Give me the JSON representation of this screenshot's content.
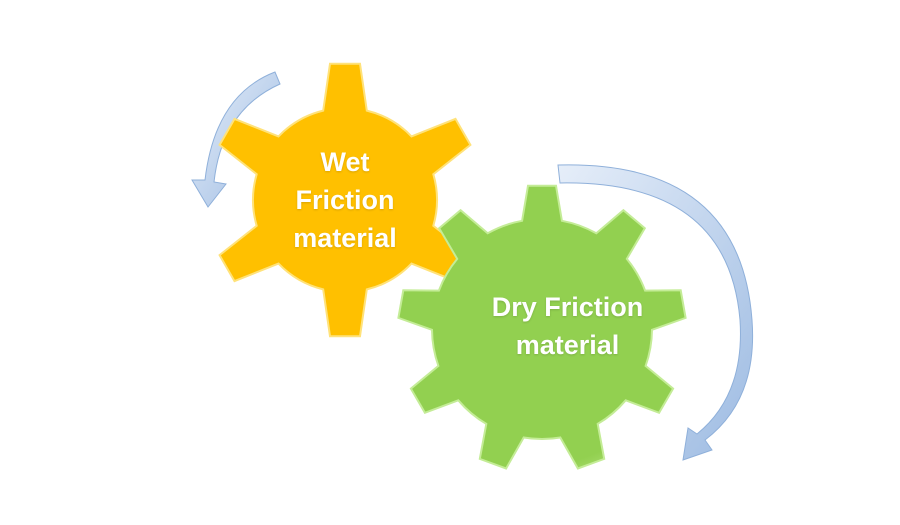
{
  "gears": [
    {
      "id": "wet",
      "lines": [
        "Wet",
        "Friction",
        "material"
      ],
      "color": "#FFC000",
      "teeth": 6
    },
    {
      "id": "dry",
      "lines": [
        "Dry Friction",
        "material"
      ],
      "color": "#92D050",
      "teeth": 9
    }
  ],
  "colors": {
    "arrow": "#A9C4E6",
    "arrow_edge": "#7FA3D1"
  }
}
